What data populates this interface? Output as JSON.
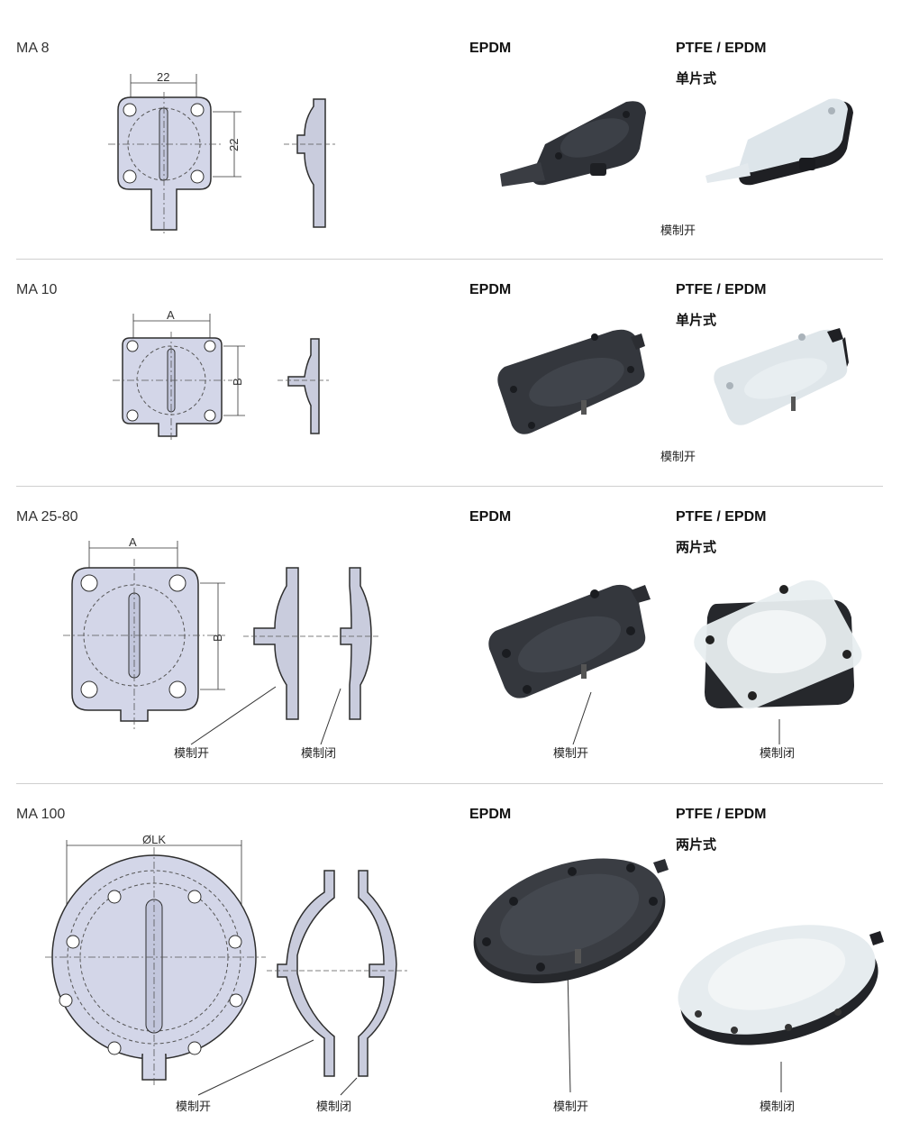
{
  "sections": [
    {
      "model": "MA 8",
      "epdm_label": "EPDM",
      "ptfe_label": "PTFE / EPDM",
      "ptfe_type": "单片式",
      "dim_a": "22",
      "dim_b": "22",
      "caption_photo": "模制开"
    },
    {
      "model": "MA 10",
      "epdm_label": "EPDM",
      "ptfe_label": "PTFE / EPDM",
      "ptfe_type": "单片式",
      "dim_a": "A",
      "dim_b": "B",
      "caption_photo": "模制开"
    },
    {
      "model": "MA 25-80",
      "epdm_label": "EPDM",
      "ptfe_label": "PTFE / EPDM",
      "ptfe_type": "两片式",
      "dim_a": "A",
      "dim_b": "B",
      "caption_open": "模制开",
      "caption_closed": "模制闭",
      "caption_epdm": "模制开",
      "caption_ptfe": "模制闭"
    },
    {
      "model": "MA 100",
      "epdm_label": "EPDM",
      "ptfe_label": "PTFE / EPDM",
      "ptfe_type": "两片式",
      "dim_lk": "ØLK",
      "caption_open": "模制开",
      "caption_closed": "模制闭",
      "caption_epdm": "模制开",
      "caption_ptfe": "模制闭"
    }
  ],
  "colors": {
    "drawing_fill": "#d3d6e8",
    "drawing_stroke": "#2e2e2e",
    "epdm_dark": "#2d3036",
    "ptfe_light": "#dfe6ea"
  }
}
